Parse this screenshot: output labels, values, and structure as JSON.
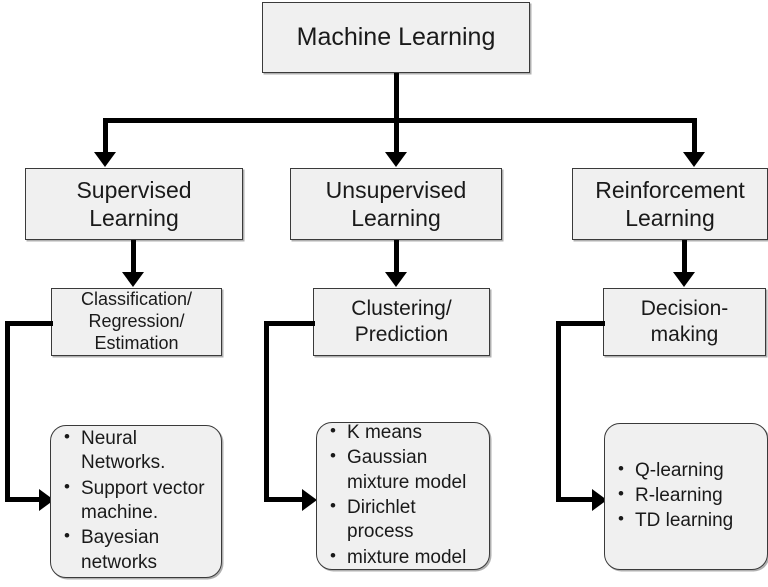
{
  "diagram": {
    "title": "Machine Learning taxonomy flowchart",
    "colors": {
      "box_fill": "#f0f0f0",
      "box_border": "#3a3a3a",
      "connector": "#000000",
      "text": "#1a1a1a",
      "background": "#ffffff"
    },
    "root": {
      "label": "Machine Learning"
    },
    "branches": [
      {
        "key": "supervised",
        "category": "Supervised\nLearning",
        "task": "Classification/\nRegression/\nEstimation",
        "methods": [
          "Neural Networks.",
          "Support vector machine.",
          "Bayesian networks"
        ]
      },
      {
        "key": "unsupervised",
        "category": "Unsupervised\nLearning",
        "task": "Clustering/\nPrediction",
        "methods": [
          "K means",
          "Gaussian mixture model",
          "Dirichlet process",
          "mixture model"
        ]
      },
      {
        "key": "reinforcement",
        "category": "Reinforcement\nLearning",
        "task": "Decision-\nmaking",
        "methods": [
          "Q-learning",
          "R-learning",
          "TD learning"
        ]
      }
    ]
  }
}
